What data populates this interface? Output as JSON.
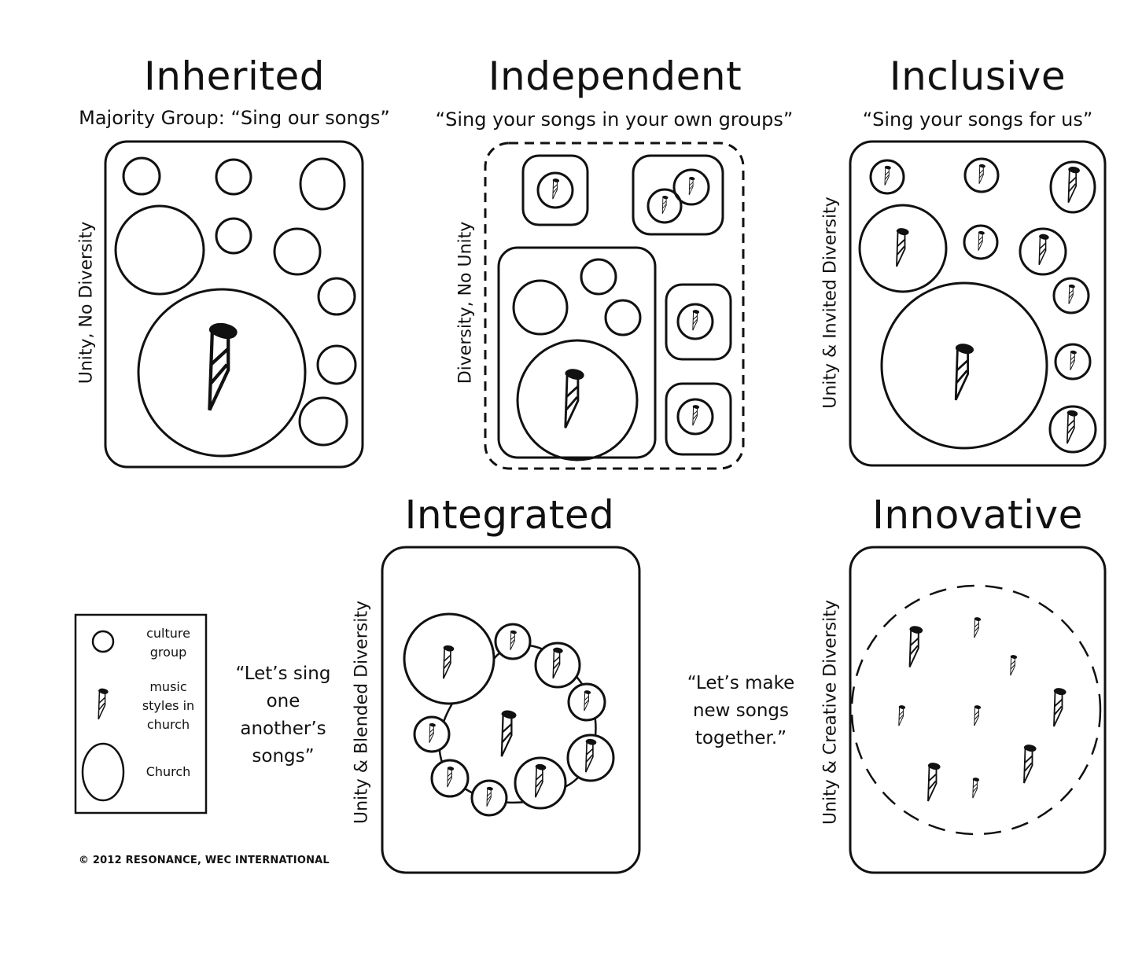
{
  "panels": {
    "inherited": {
      "title": "Inherited",
      "subtitle": "Majority Group: “Sing our songs”",
      "axis_label": "Unity, No Diversity"
    },
    "independent": {
      "title": "Independent",
      "subtitle": "“Sing your songs in your own groups”",
      "axis_label": "Diversity, No Unity"
    },
    "inclusive": {
      "title": "Inclusive",
      "subtitle": "“Sing your songs for us”",
      "axis_label": "Unity & Invited Diversity"
    },
    "integrated": {
      "title": "Integrated",
      "axis_label": "Unity & Blended Diversity",
      "quote": [
        "“Let’s sing",
        "one",
        "another’s",
        "songs”"
      ]
    },
    "innovative": {
      "title": "Innovative",
      "axis_label": "Unity & Creative Diversity",
      "quote": [
        "“Let’s make",
        "new songs",
        "together.”"
      ]
    }
  },
  "legend": {
    "culture_group": [
      "culture",
      "group"
    ],
    "music_styles": [
      "music",
      "styles in",
      "church"
    ],
    "church": "Church"
  },
  "copyright": "© 2012 RESONANCE, WEC INTERNATIONAL"
}
